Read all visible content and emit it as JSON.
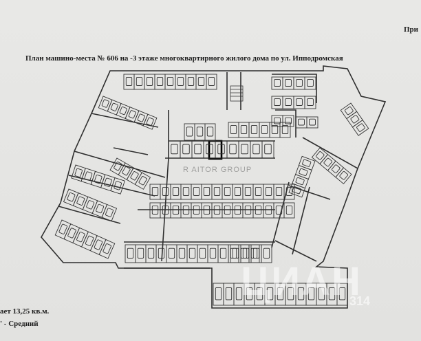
{
  "document": {
    "appendix_label": "При",
    "title": "План машино-места № 606 на -3 этаже многоквартирного жилого дома по ул. Ипподромская",
    "area_line": "ает 13,25 кв.м.",
    "class_line": "' - Средний"
  },
  "watermarks": {
    "agency": "R AITOR GROUP",
    "cian": "ЦИАН",
    "cian_number": "314"
  },
  "colors": {
    "line": "#2a2a2a",
    "highlight_space": "#000000"
  },
  "icons": [
    "car-icon",
    "staircase-icon"
  ]
}
